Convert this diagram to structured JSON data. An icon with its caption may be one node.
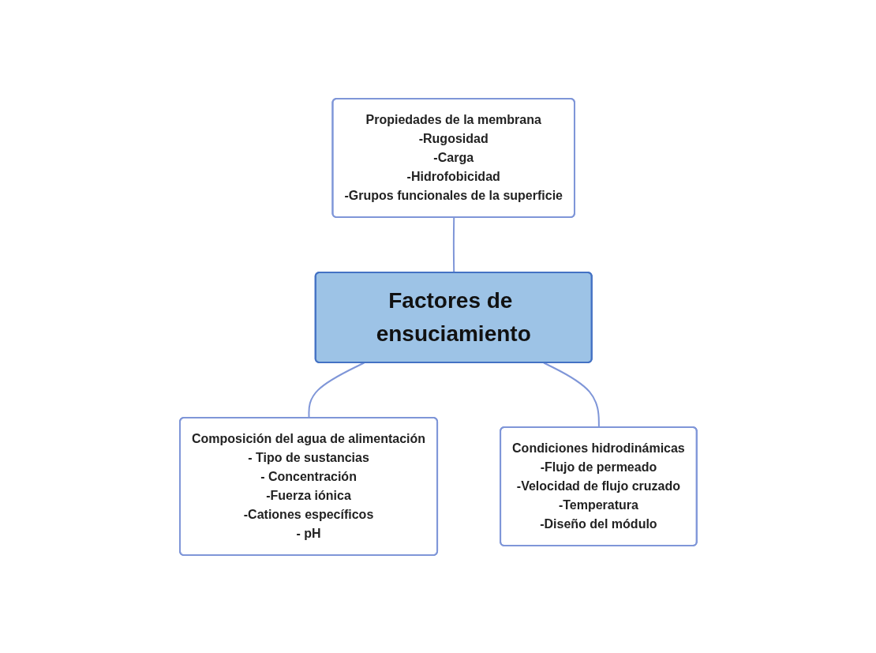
{
  "diagram": {
    "nodes": [
      {
        "text": [
          "Propiedades de la membrana",
          "-Rugosidad",
          "-Carga",
          "-Hidrofobicidad",
          "-Grupos funcionales de la superficie"
        ]
      },
      {
        "text": [
          "Composición del agua de alimentación",
          "- Tipo de sustancias",
          "- Concentración",
          "-Fuerza iónica",
          "-Cationes específicos",
          "- pH"
        ]
      },
      {
        "text": [
          "Factores de ensuciamiento"
        ]
      },
      {
        "text": [
          "Condiciones hidrodinámicas",
          "-Flujo de permeado",
          "-Velocidad de flujo cruzado",
          "-Temperatura",
          "-Diseño del módulo"
        ]
      }
    ],
    "edges": [
      {
        "from": 0,
        "to": 2,
        "arrow": "none"
      },
      {
        "from": 2,
        "to": 1,
        "arrow": "none"
      },
      {
        "from": 2,
        "to": 3,
        "arrow": "none"
      }
    ]
  }
}
